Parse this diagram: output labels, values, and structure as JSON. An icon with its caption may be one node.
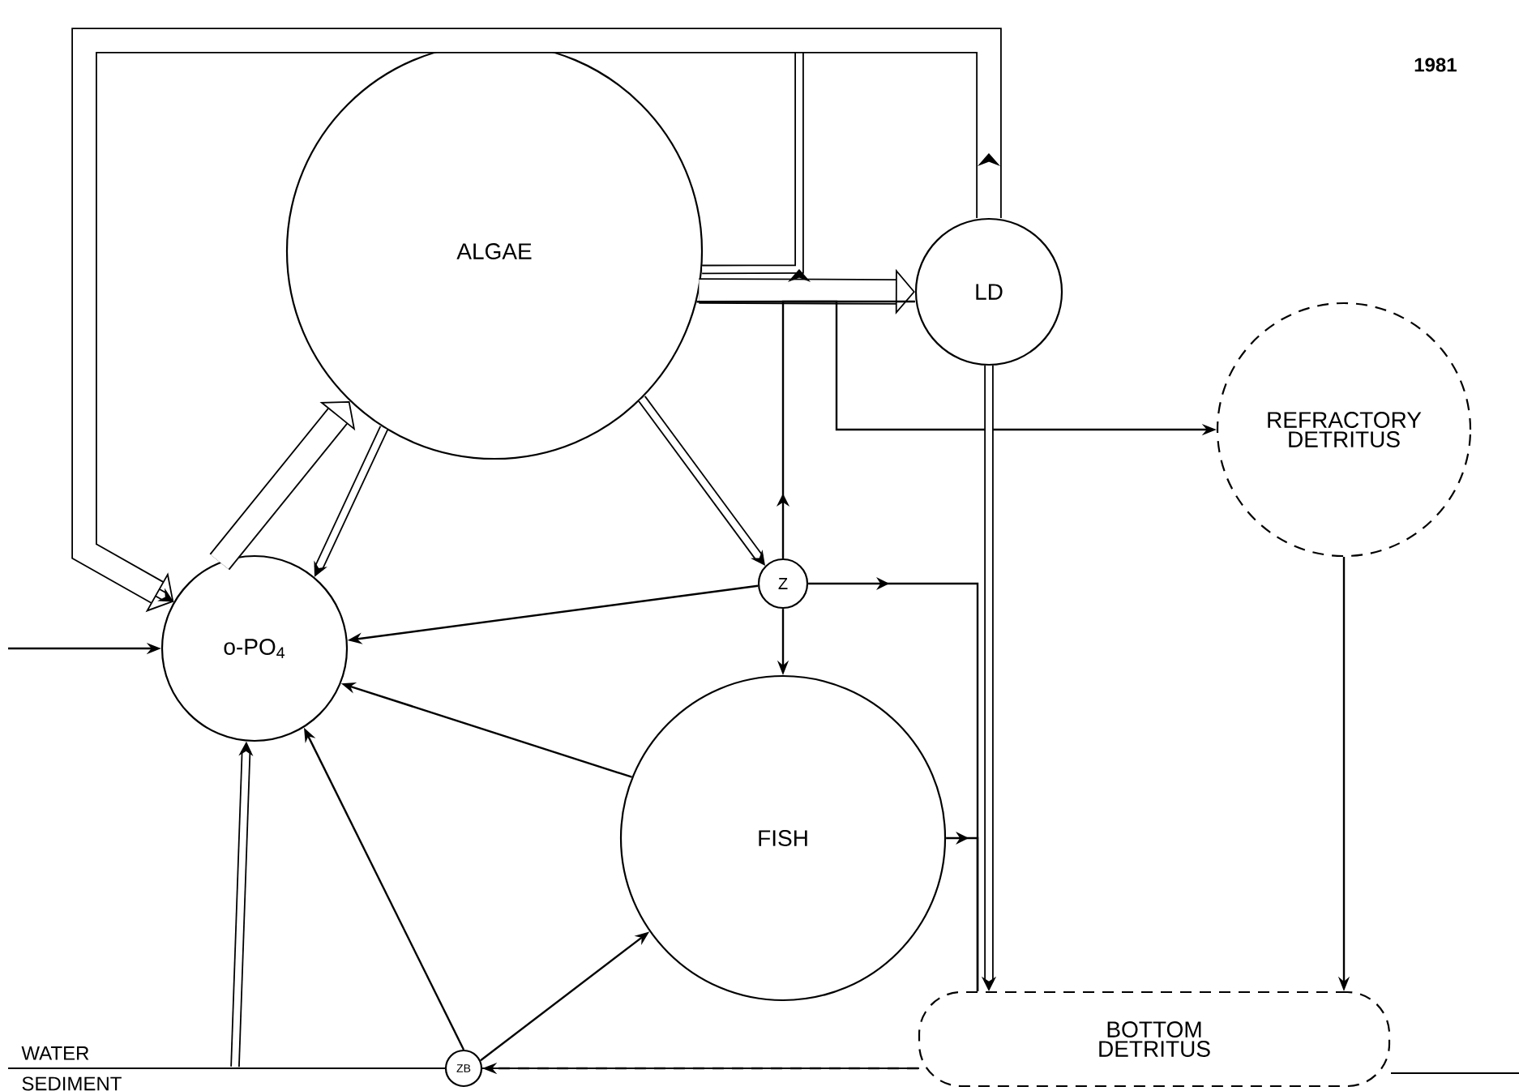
{
  "diagram": {
    "nodes": [
      {
        "text": [
          "ALGAE"
        ]
      },
      {
        "text": [
          "LD"
        ]
      },
      {
        "text": [
          "REFRACTORY DETRITUS"
        ]
      },
      {
        "text": [
          "o-PO$_{4}$"
        ]
      },
      {
        "text": [
          "Z"
        ]
      },
      {
        "text": [
          "FISH"
        ]
      },
      {
        "text": [
          "ZB"
        ]
      },
      {
        "text": [
          "BOTTOM DETRITUS"
        ]
      }
    ],
    "edges": [
      {
        "from": null,
        "to": 3,
        "arrow": "to"
      },
      {
        "from": 3,
        "to": 0,
        "arrow": "to",
        "style": "thick"
      },
      {
        "from": 0,
        "to": 3,
        "arrow": "to",
        "style": "thick"
      },
      {
        "from": 0,
        "to": 1,
        "arrow": "to",
        "style": "thick"
      },
      {
        "from": 0,
        "to": 4,
        "arrow": "to",
        "style": "thick"
      },
      {
        "from": 0,
        "to": 2,
        "arrow": "to"
      },
      {
        "from": 4,
        "to": 1,
        "arrow": "to"
      },
      {
        "from": 0,
        "to": 3,
        "arrow": "to",
        "style": "thick"
      },
      {
        "from": 1,
        "to": 3,
        "arrow": "to",
        "style": "thick"
      },
      {
        "from": 4,
        "to": 3,
        "arrow": "to"
      },
      {
        "from": 4,
        "to": 5,
        "arrow": "to"
      },
      {
        "from": 4,
        "to": 7,
        "arrow": "to"
      },
      {
        "from": 1,
        "to": 7,
        "arrow": "to",
        "style": "thick"
      },
      {
        "from": 5,
        "to": 3,
        "arrow": "to"
      },
      {
        "from": 5,
        "to": 7,
        "arrow": "to"
      },
      {
        "from": 6,
        "to": 3,
        "arrow": "to"
      },
      {
        "from": 6,
        "to": 5,
        "arrow": "to"
      },
      {
        "from": 7,
        "to": 6,
        "arrow": "to",
        "style": "dashed"
      },
      {
        "from": 2,
        "to": 7,
        "arrow": "to"
      },
      {
        "from": null,
        "to": 3,
        "arrow": "to",
        "style": "thick"
      }
    ],
    "labels": [
      "1981",
      "WATER",
      "SEDIMENT"
    ]
  }
}
